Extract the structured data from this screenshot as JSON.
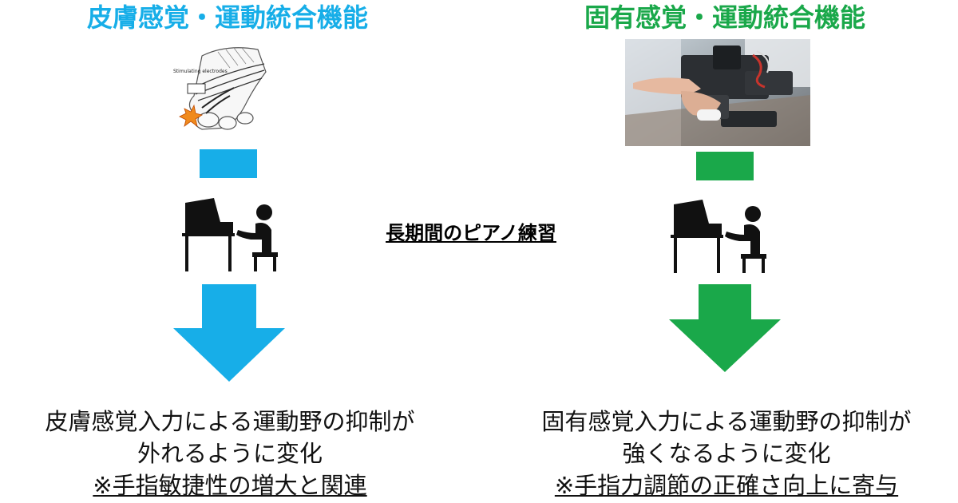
{
  "left": {
    "title": "皮膚感覚・運動統合機能",
    "color": "#17aee8",
    "illustration_labels": [
      "Stimulating electrodes"
    ],
    "result_line1": "皮膚感覚入力による運動野の抑制が",
    "result_line2": "外れるように変化",
    "result_note": "※手指敏捷性の増大と関連"
  },
  "right": {
    "title": "固有感覚・運動統合機能",
    "color": "#1aa84a",
    "result_line1": "固有感覚入力による運動野の抑制が",
    "result_line2": "強くなるように変化",
    "result_note": "※手指力調節の正確さ向上に寄与"
  },
  "center": {
    "label": "長期間のピアノ練習"
  },
  "icons": {
    "pianist": "piano-player-icon",
    "arrow": "down-arrow-icon",
    "hand_sketch": "hand-electrodes-illustration",
    "robot_photo": "finger-robot-photo"
  }
}
